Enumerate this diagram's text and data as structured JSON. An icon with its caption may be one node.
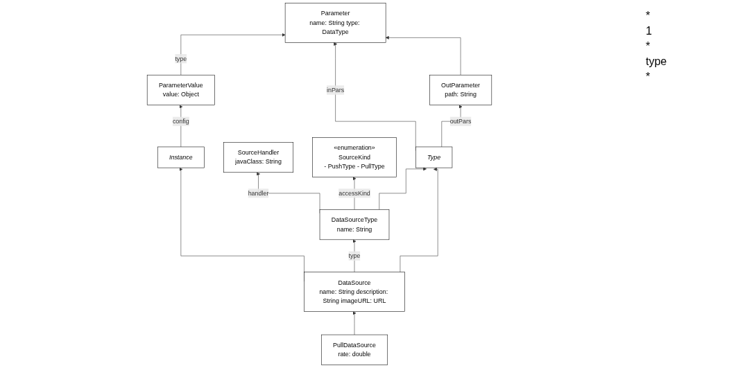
{
  "diagram": {
    "nodes": [
      {
        "text": [
          "ParameterValue",
          "value: Object"
        ]
      },
      {
        "text": [
          "Type"
        ]
      },
      {
        "text": [
          "DataSourceType",
          "name: String"
        ]
      },
      {
        "text": [
          "SourceHandler",
          "javaClass: String"
        ]
      },
      {
        "text": [
          "Parameter",
          "name: String type: DataType"
        ]
      },
      {
        "text": [
          "DataSource",
          "name: String description: String imageURL: URL"
        ]
      },
      {
        "text": [
          "«enumeration»",
          "SourceKind",
          "- PushType - PullType"
        ]
      },
      {
        "text": [
          "OutParameter",
          "path: String"
        ]
      },
      {
        "text": [
          "Instance"
        ]
      },
      {
        "text": [
          "PullDataSource",
          "rate: double"
        ]
      }
    ],
    "edges": [
      {
        "from": 2,
        "to": 1,
        "arrow": "to"
      },
      {
        "from": 2,
        "to": 3,
        "arrow": "to",
        "label": "handler"
      },
      {
        "from": 0,
        "to": 4,
        "arrow": "to",
        "label": "type"
      },
      {
        "from": 1,
        "to": 4,
        "arrow": "to",
        "label": "inPars"
      },
      {
        "from": 5,
        "to": 1,
        "arrow": "to"
      },
      {
        "from": 5,
        "to": 2,
        "arrow": "to",
        "label": "type"
      },
      {
        "from": 2,
        "to": 6,
        "arrow": "to",
        "label": "accessKind"
      },
      {
        "from": 7,
        "to": 4,
        "arrow": "to"
      },
      {
        "from": 1,
        "to": 7,
        "arrow": "to",
        "label": "outPars"
      },
      {
        "from": 5,
        "to": 8,
        "arrow": "to"
      },
      {
        "from": 9,
        "to": 5,
        "arrow": "to"
      },
      {
        "from": 8,
        "to": 0,
        "arrow": "to",
        "label": "config"
      }
    ],
    "labels": [
      "*",
      "1",
      "*",
      "type",
      "*"
    ]
  }
}
